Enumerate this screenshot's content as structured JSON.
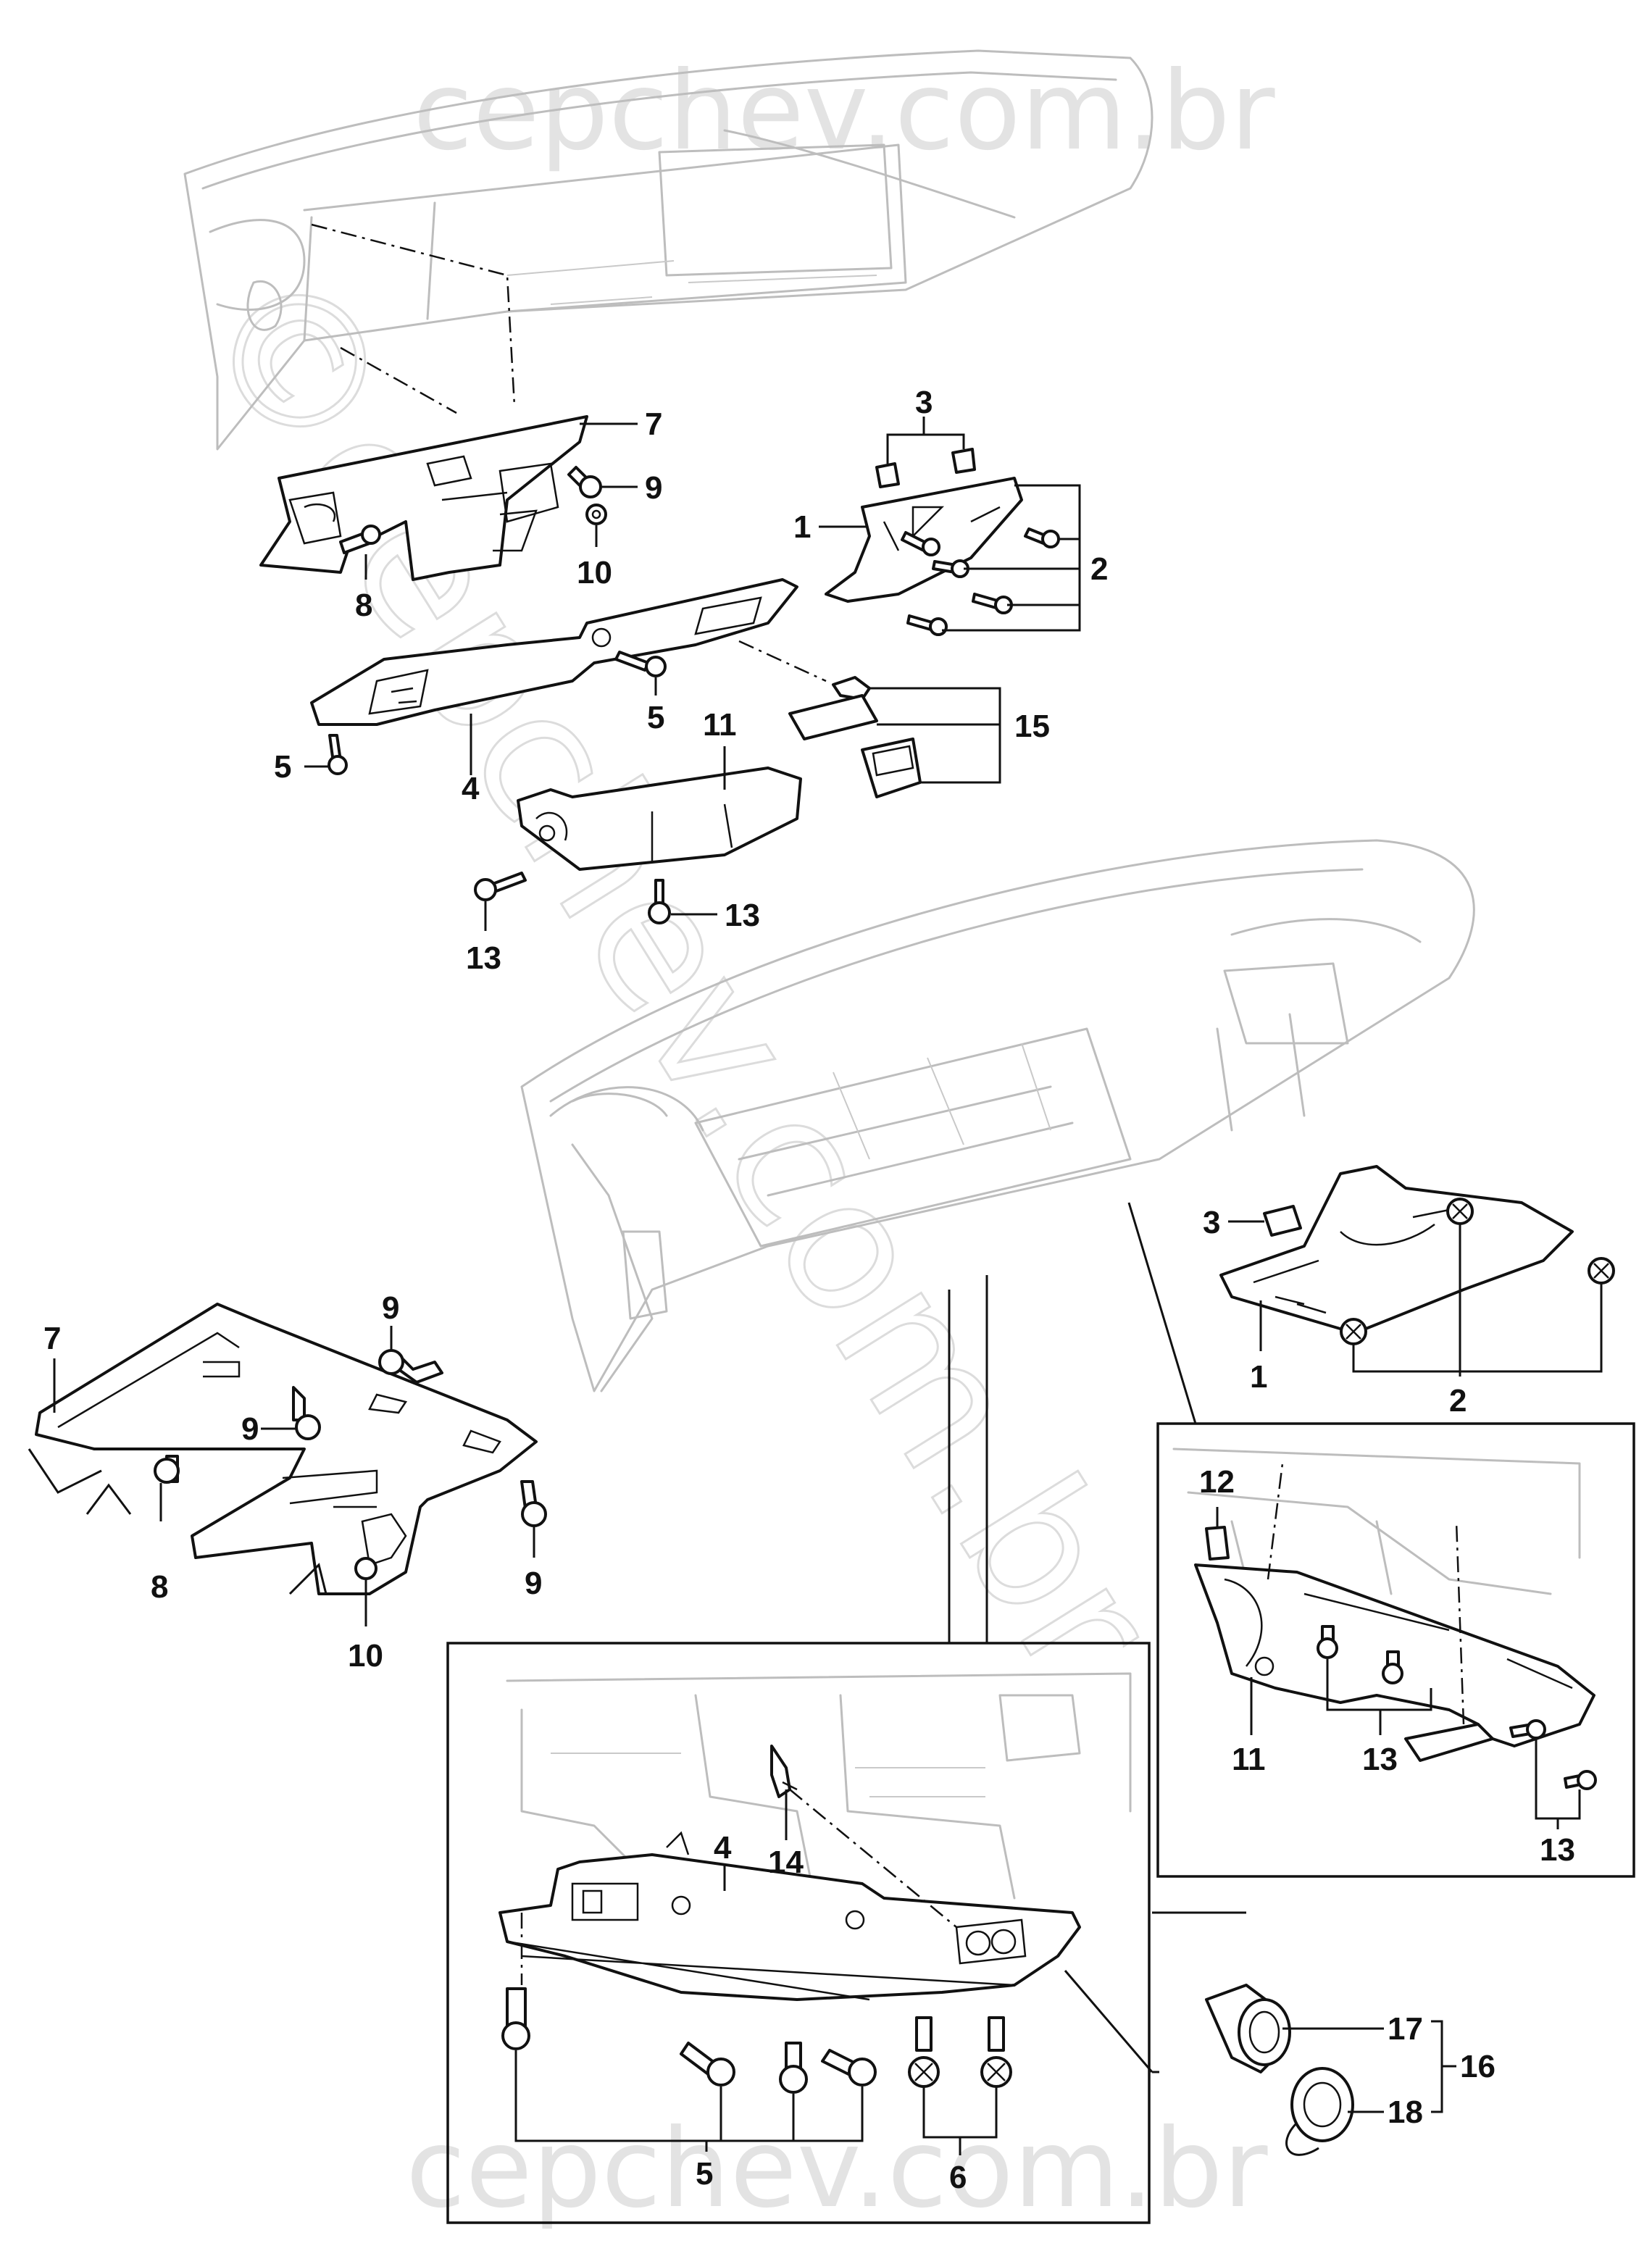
{
  "watermark": {
    "top": "cepchev.com.br",
    "bottom": "cepchev.com.br",
    "diagonal": "©cepchev.com.br"
  },
  "callouts": {
    "n1": "1",
    "n2": "2",
    "n3": "3",
    "n4": "4",
    "n5": "5",
    "n6": "6",
    "n7": "7",
    "n8": "8",
    "n9": "9",
    "n10": "10",
    "n11": "11",
    "n12": "12",
    "n13": "13",
    "n14": "14",
    "n15": "15",
    "n16": "16",
    "n17": "17",
    "n18": "18"
  },
  "colors": {
    "line": "#111111",
    "ghost": "#bdbdbd",
    "watermark": "#dcdcdc"
  }
}
